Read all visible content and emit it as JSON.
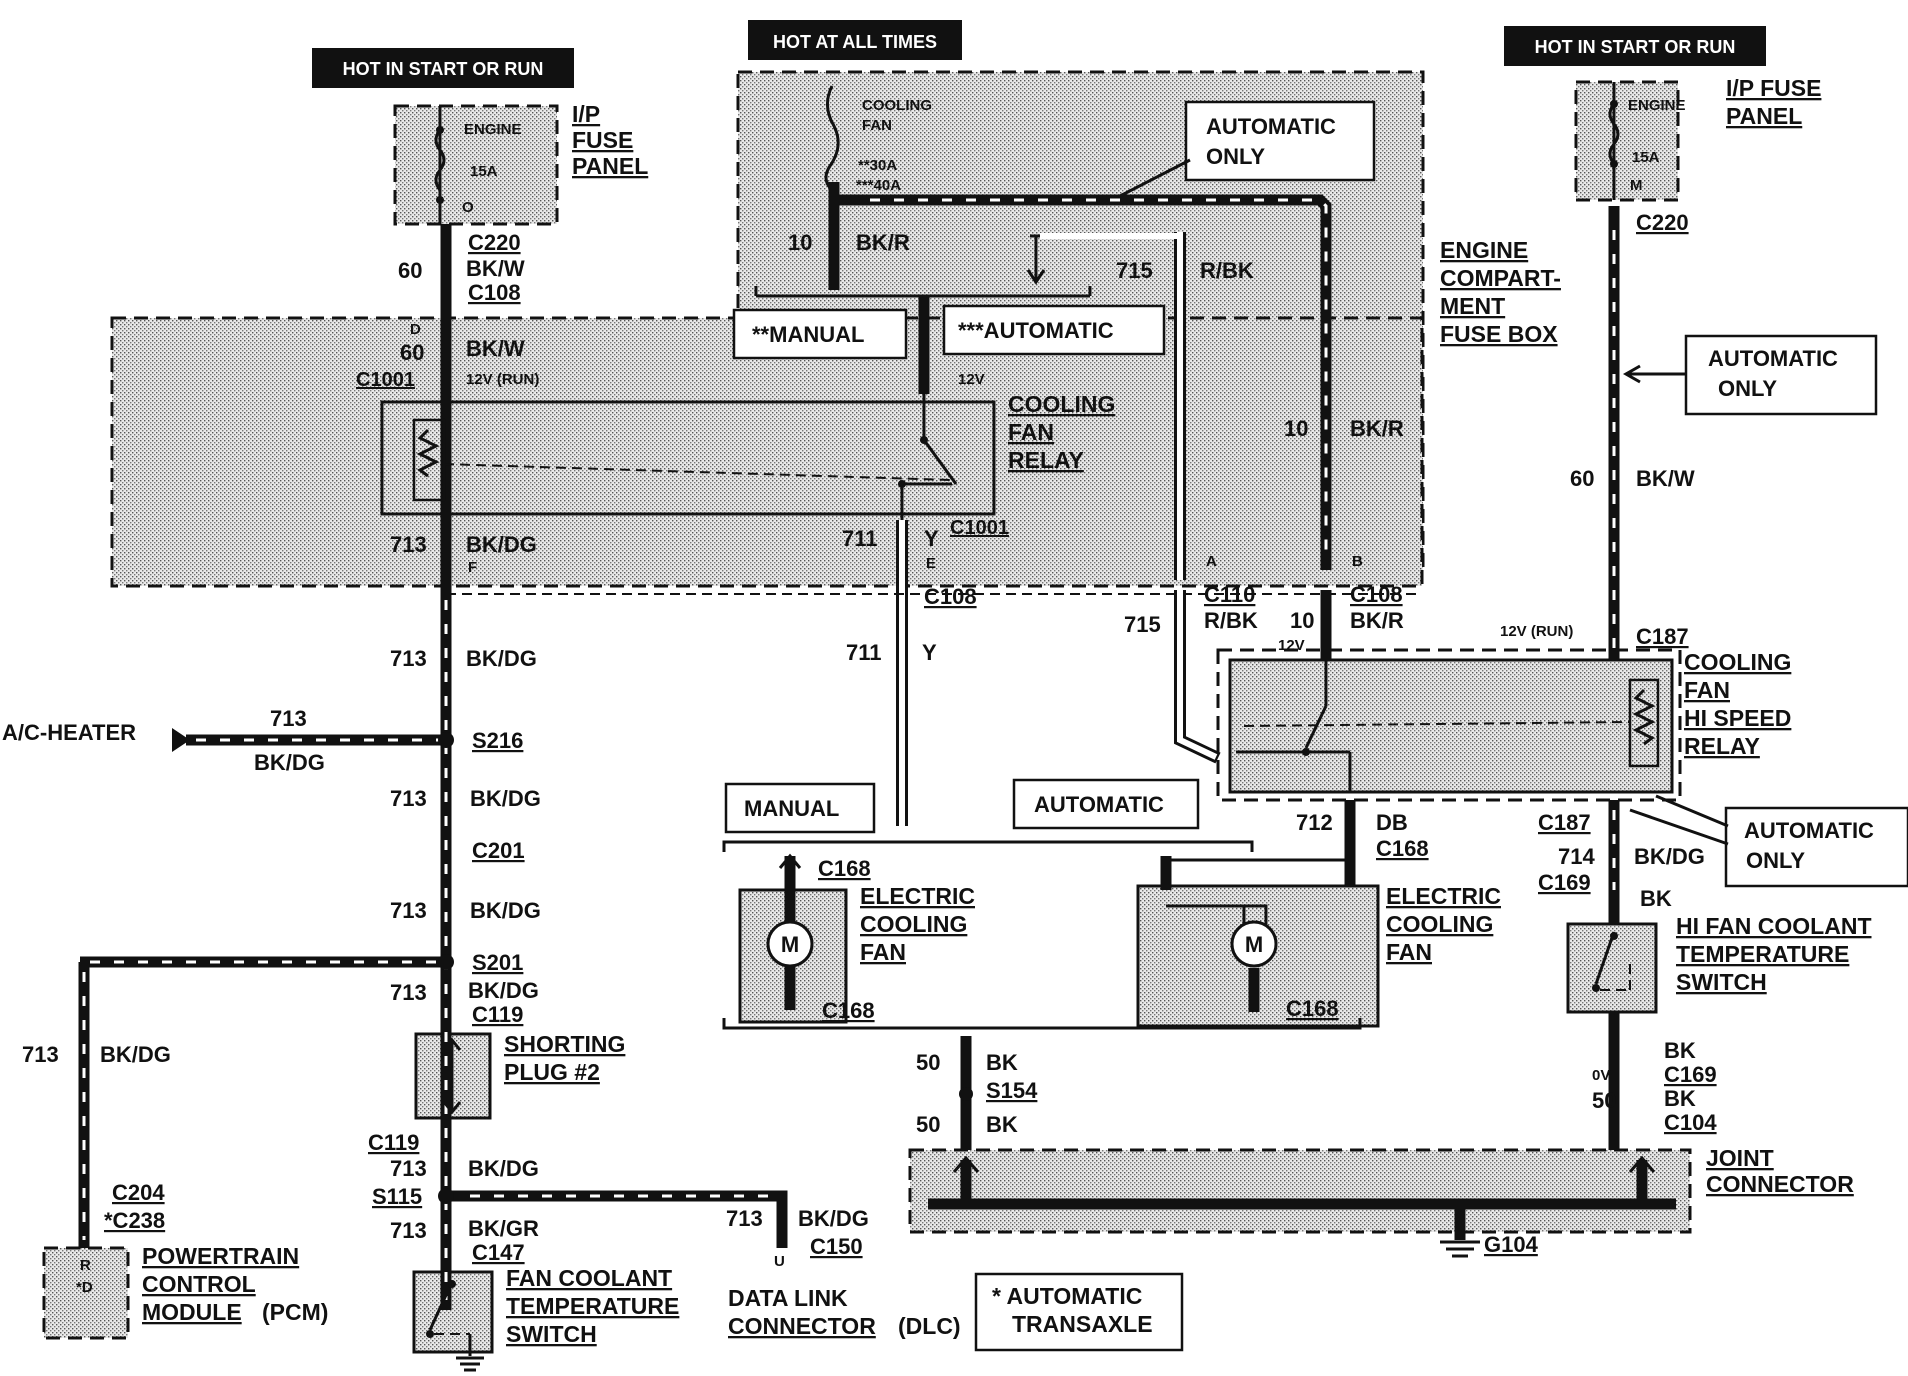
{
  "fuse_left": {
    "header": "HOT IN START OR RUN",
    "fuse_name": "ENGINE",
    "rating": "15A",
    "pin": "O",
    "label_line1": "I/P",
    "label_line2": "FUSE",
    "label_line3": "PANEL"
  },
  "fuse_center": {
    "header": "HOT AT ALL TIMES",
    "fuse_line1": "COOLING",
    "fuse_line2": "FAN",
    "rating1": "**30A",
    "rating2": "***40A"
  },
  "fuse_right": {
    "header": "HOT IN START OR RUN",
    "fuse_name": "ENGINE",
    "rating": "15A",
    "pin": "M",
    "label_line1": "I/P FUSE",
    "label_line2": "PANEL"
  },
  "engine_box": {
    "line1": "ENGINE",
    "line2": "COMPART-",
    "line3": "MENT",
    "line4": "FUSE BOX"
  },
  "callouts": {
    "auto_only_top_1": "AUTOMATIC",
    "auto_only_top_2": "ONLY",
    "manual_star": "**MANUAL",
    "automatic_star": "***AUTOMATIC",
    "auto_only_right_1": "AUTOMATIC",
    "auto_only_right_2": "ONLY",
    "auto_only_low_1": "AUTOMATIC",
    "auto_only_low_2": "ONLY",
    "manual": "MANUAL",
    "automatic": "AUTOMATIC",
    "note_1": "* AUTOMATIC",
    "note_2": "TRANSAXLE"
  },
  "relay_main": {
    "line1": "COOLING",
    "line2": "FAN",
    "line3": "RELAY",
    "voltage_run": "12V (RUN)",
    "voltage": "12V"
  },
  "relay_hi": {
    "line1": "COOLING",
    "line2": "FAN",
    "line3": "HI SPEED",
    "line4": "RELAY",
    "voltage_run": "12V (RUN)",
    "voltage": "12V"
  },
  "fan_left": {
    "line1": "ELECTRIC",
    "line2": "COOLING",
    "line3": "FAN",
    "motor": "M"
  },
  "fan_right": {
    "line1": "ELECTRIC",
    "line2": "COOLING",
    "line3": "FAN",
    "motor": "M"
  },
  "hi_switch": {
    "line1": "HI FAN COOLANT",
    "line2": "TEMPERATURE",
    "line3": "SWITCH"
  },
  "fan_switch": {
    "line1": "FAN COOLANT",
    "line2": "TEMPERATURE",
    "line3": "SWITCH"
  },
  "shorting_plug": {
    "line1": "SHORTING",
    "line2": "PLUG #2"
  },
  "pcm": {
    "line1": "POWERTRAIN",
    "line2": "CONTROL",
    "line3": "MODULE",
    "suffix": "(PCM)",
    "pin1": "R",
    "pin2": "*D"
  },
  "dlc": {
    "line1": "DATA LINK",
    "line2": "CONNECTOR",
    "suffix": "(DLC)",
    "pin": "U"
  },
  "joint": {
    "line1": "JOINT",
    "line2": "CONNECTOR",
    "ground": "G104"
  },
  "ac_heater": "A/C-HEATER",
  "wires": {
    "c10": "10",
    "bkr": "BK/R",
    "c715": "715",
    "rbk": "R/BK",
    "c60": "60",
    "bkw": "BK/W",
    "c713": "713",
    "bkdg": "BK/DG",
    "bkgr": "BK/GR",
    "c711": "711",
    "y": "Y",
    "c712": "712",
    "db": "DB",
    "c714": "714",
    "bk": "BK",
    "c50": "50",
    "zero_v": "0V"
  },
  "connectors": {
    "c220": "C220",
    "c108": "C108",
    "c1001": "C1001",
    "c110": "C110",
    "c187": "C187",
    "c168": "C168",
    "c169": "C169",
    "c104": "C104",
    "c201": "C201",
    "s216": "S216",
    "s201": "S201",
    "c119": "C119",
    "s115": "S115",
    "c147": "C147",
    "c150": "C150",
    "c204": "C204",
    "c238": "*C238",
    "s154": "S154",
    "pin_d": "D",
    "pin_f": "F",
    "pin_e": "E",
    "pin_a": "A",
    "pin_b": "B"
  }
}
